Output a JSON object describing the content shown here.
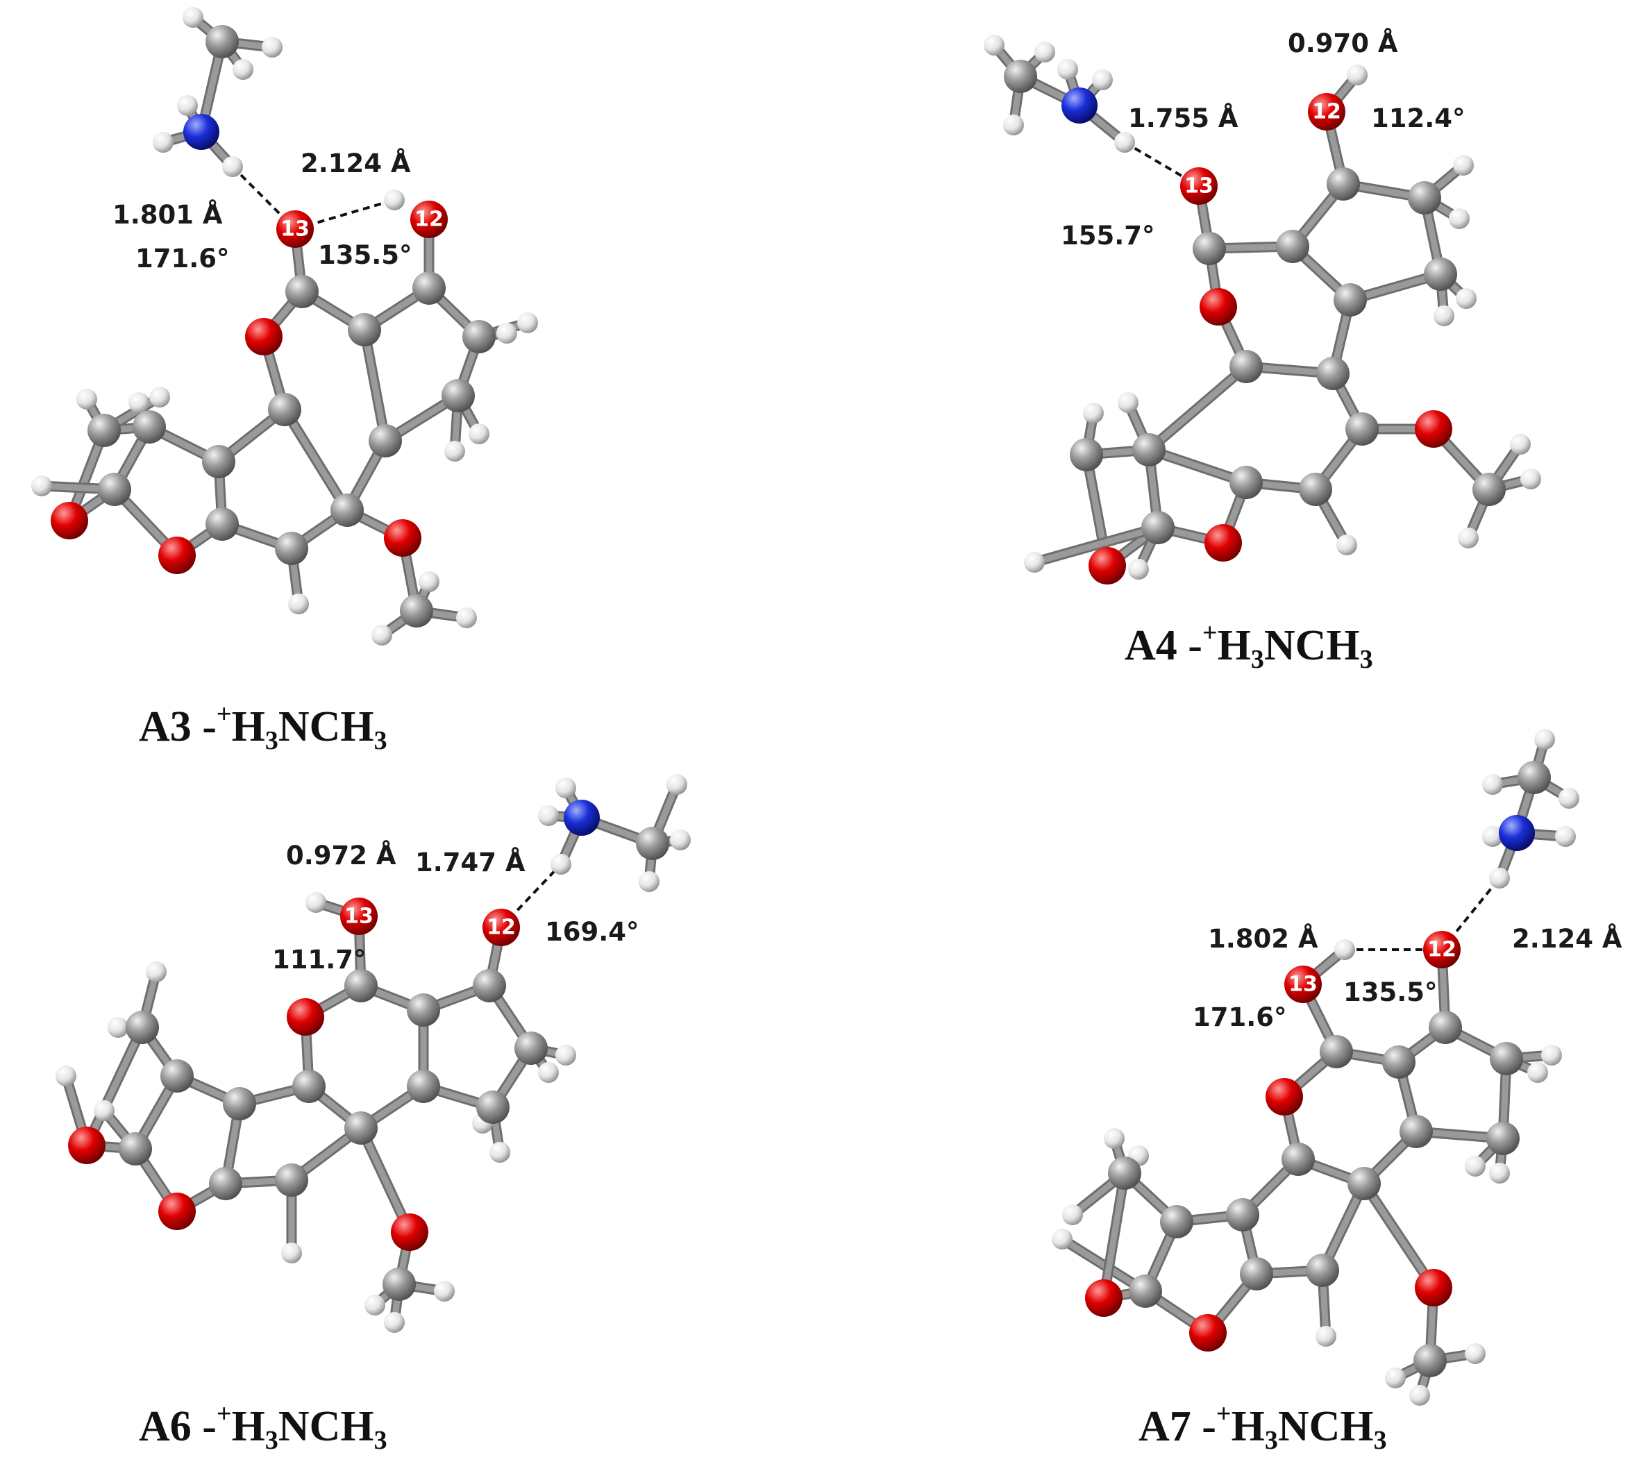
{
  "colors": {
    "carbon": "#8a8a8a",
    "oxygen": "#d40000",
    "nitrogen": "#1428c8",
    "hydrogen": "#e6e6e6",
    "bond": "#9a9a9a"
  },
  "panels": [
    {
      "id": "A3",
      "caption": {
        "prefix": "A3 -",
        "charge": "+",
        "h": "H",
        "sub1": "3",
        "mid": "NCH",
        "sub2": "3"
      },
      "atom_labels": [
        "13",
        "12"
      ],
      "measurements": [
        "1.801 Å",
        "171.6°",
        "2.124 Å",
        "135.5°"
      ]
    },
    {
      "id": "A4",
      "caption": {
        "prefix": "A4 -",
        "charge": "+",
        "h": "H",
        "sub1": "3",
        "mid": "NCH",
        "sub2": "3"
      },
      "atom_labels": [
        "12",
        "13"
      ],
      "measurements": [
        "0.970 Å",
        "1.755 Å",
        "112.4°",
        "155.7°"
      ]
    },
    {
      "id": "A6",
      "caption": {
        "prefix": "A6 -",
        "charge": "+",
        "h": "H",
        "sub1": "3",
        "mid": "NCH",
        "sub2": "3"
      },
      "atom_labels": [
        "13",
        "12"
      ],
      "measurements": [
        "0.972 Å",
        "1.747 Å",
        "111.7°",
        "169.4°"
      ]
    },
    {
      "id": "A7",
      "caption": {
        "prefix": "A7 -",
        "charge": "+",
        "h": "H",
        "sub1": "3",
        "mid": "NCH",
        "sub2": "3"
      },
      "atom_labels": [
        "13",
        "12"
      ],
      "measurements": [
        "1.802 Å",
        "2.124 Å",
        "171.6°",
        "135.5°"
      ]
    }
  ]
}
